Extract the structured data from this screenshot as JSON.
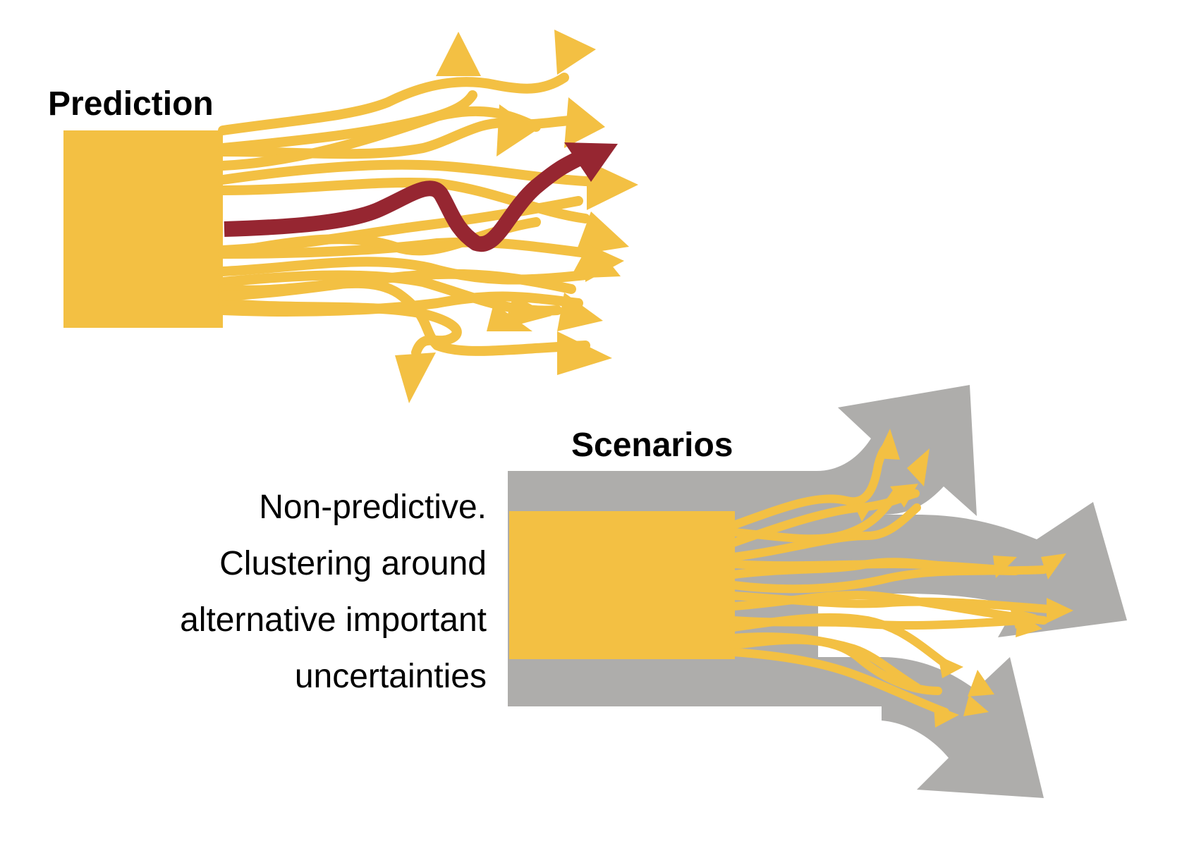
{
  "prediction": {
    "title": "Prediction"
  },
  "scenarios": {
    "title": "Scenarios",
    "description": [
      "Non-predictive.",
      "Clustering around",
      "alternative important",
      "uncertainties"
    ]
  },
  "colors": {
    "yellow": "#F3C043",
    "dark_red": "#962631",
    "gray": "#AEADAB",
    "text": "#000000"
  }
}
